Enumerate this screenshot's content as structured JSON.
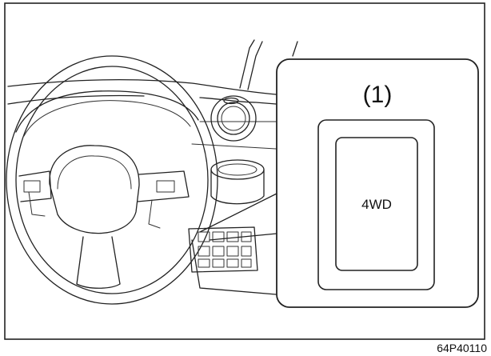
{
  "figure": {
    "callout_label": "(1)",
    "switch_label": "4WD",
    "figure_code": "64P40110"
  }
}
